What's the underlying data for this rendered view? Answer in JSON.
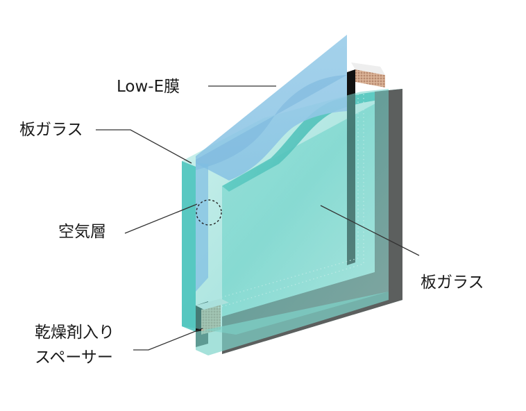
{
  "labels": {
    "low_e_film": "Low-E膜",
    "outer_pane": "板ガラス",
    "air_layer": "空気層",
    "inner_pane": "板ガラス",
    "spacer_line1": "乾燥剤入り",
    "spacer_line2": "スペーサー"
  },
  "colors": {
    "low_e_film": "#8ec6e6",
    "glass_face": "#6dd3cc",
    "glass_edge": "#3ebfb8",
    "frame_dark": "#5c5f5e",
    "spacer_black": "#111111",
    "desiccant": "#c89a7c",
    "leader": "#333333"
  }
}
